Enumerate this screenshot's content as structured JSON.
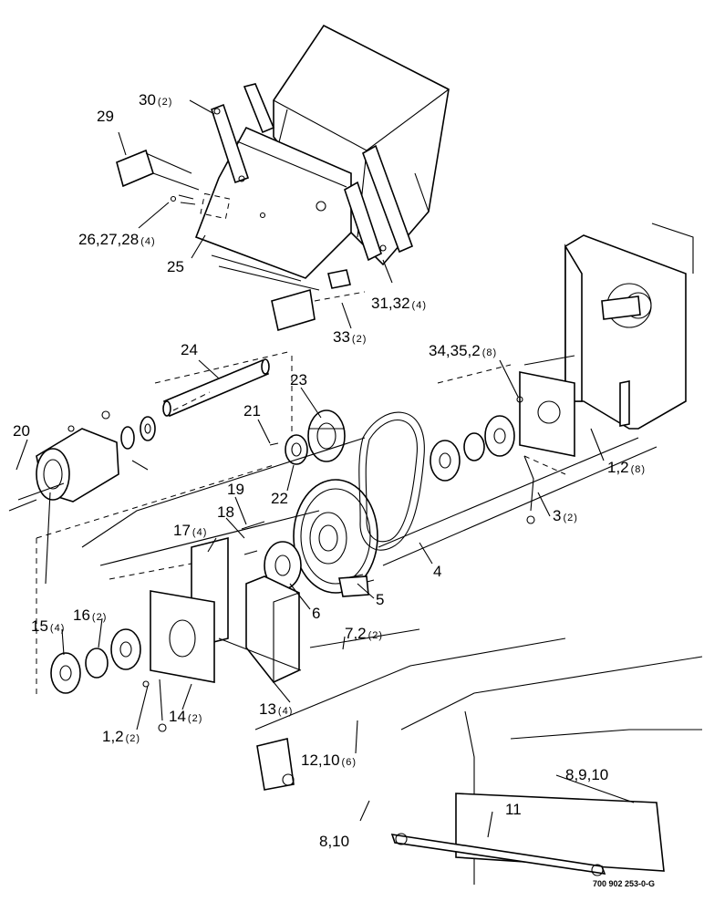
{
  "figure": {
    "drawing_code": "700 902 253-0-G"
  },
  "callouts": [
    {
      "id": "c30",
      "label": "30",
      "qty": "(2)"
    },
    {
      "id": "c29",
      "label": "29",
      "qty": ""
    },
    {
      "id": "c26",
      "label": "26,27,28",
      "qty": "(4)"
    },
    {
      "id": "c25",
      "label": "25",
      "qty": ""
    },
    {
      "id": "c31",
      "label": "31,32",
      "qty": "(4)"
    },
    {
      "id": "c33",
      "label": "33",
      "qty": "(2)"
    },
    {
      "id": "c24",
      "label": "24",
      "qty": ""
    },
    {
      "id": "c34",
      "label": "34,35,2",
      "qty": "(8)"
    },
    {
      "id": "c23",
      "label": "23",
      "qty": ""
    },
    {
      "id": "c21",
      "label": "21",
      "qty": ""
    },
    {
      "id": "c20",
      "label": "20",
      "qty": ""
    },
    {
      "id": "c22",
      "label": "22",
      "qty": ""
    },
    {
      "id": "c12a",
      "label": "1,2",
      "qty": "(8)"
    },
    {
      "id": "c19",
      "label": "19",
      "qty": ""
    },
    {
      "id": "c18",
      "label": "18",
      "qty": ""
    },
    {
      "id": "c3",
      "label": "3",
      "qty": "(2)"
    },
    {
      "id": "c17",
      "label": "17",
      "qty": "(4)"
    },
    {
      "id": "c4",
      "label": "4",
      "qty": ""
    },
    {
      "id": "c5",
      "label": "5",
      "qty": ""
    },
    {
      "id": "c6",
      "label": "6",
      "qty": ""
    },
    {
      "id": "c15",
      "label": "15",
      "qty": "(4)"
    },
    {
      "id": "c16",
      "label": "16",
      "qty": "(2)"
    },
    {
      "id": "c7",
      "label": "7,2",
      "qty": "(2)"
    },
    {
      "id": "c13",
      "label": "13",
      "qty": "(4)"
    },
    {
      "id": "c14",
      "label": "14",
      "qty": "(2)"
    },
    {
      "id": "c12b",
      "label": "1,2",
      "qty": "(2)"
    },
    {
      "id": "c12",
      "label": "12,10",
      "qty": "(6)"
    },
    {
      "id": "c8",
      "label": "8,9,10",
      "qty": ""
    },
    {
      "id": "c11",
      "label": "11",
      "qty": ""
    },
    {
      "id": "c810",
      "label": "8,10",
      "qty": ""
    }
  ]
}
